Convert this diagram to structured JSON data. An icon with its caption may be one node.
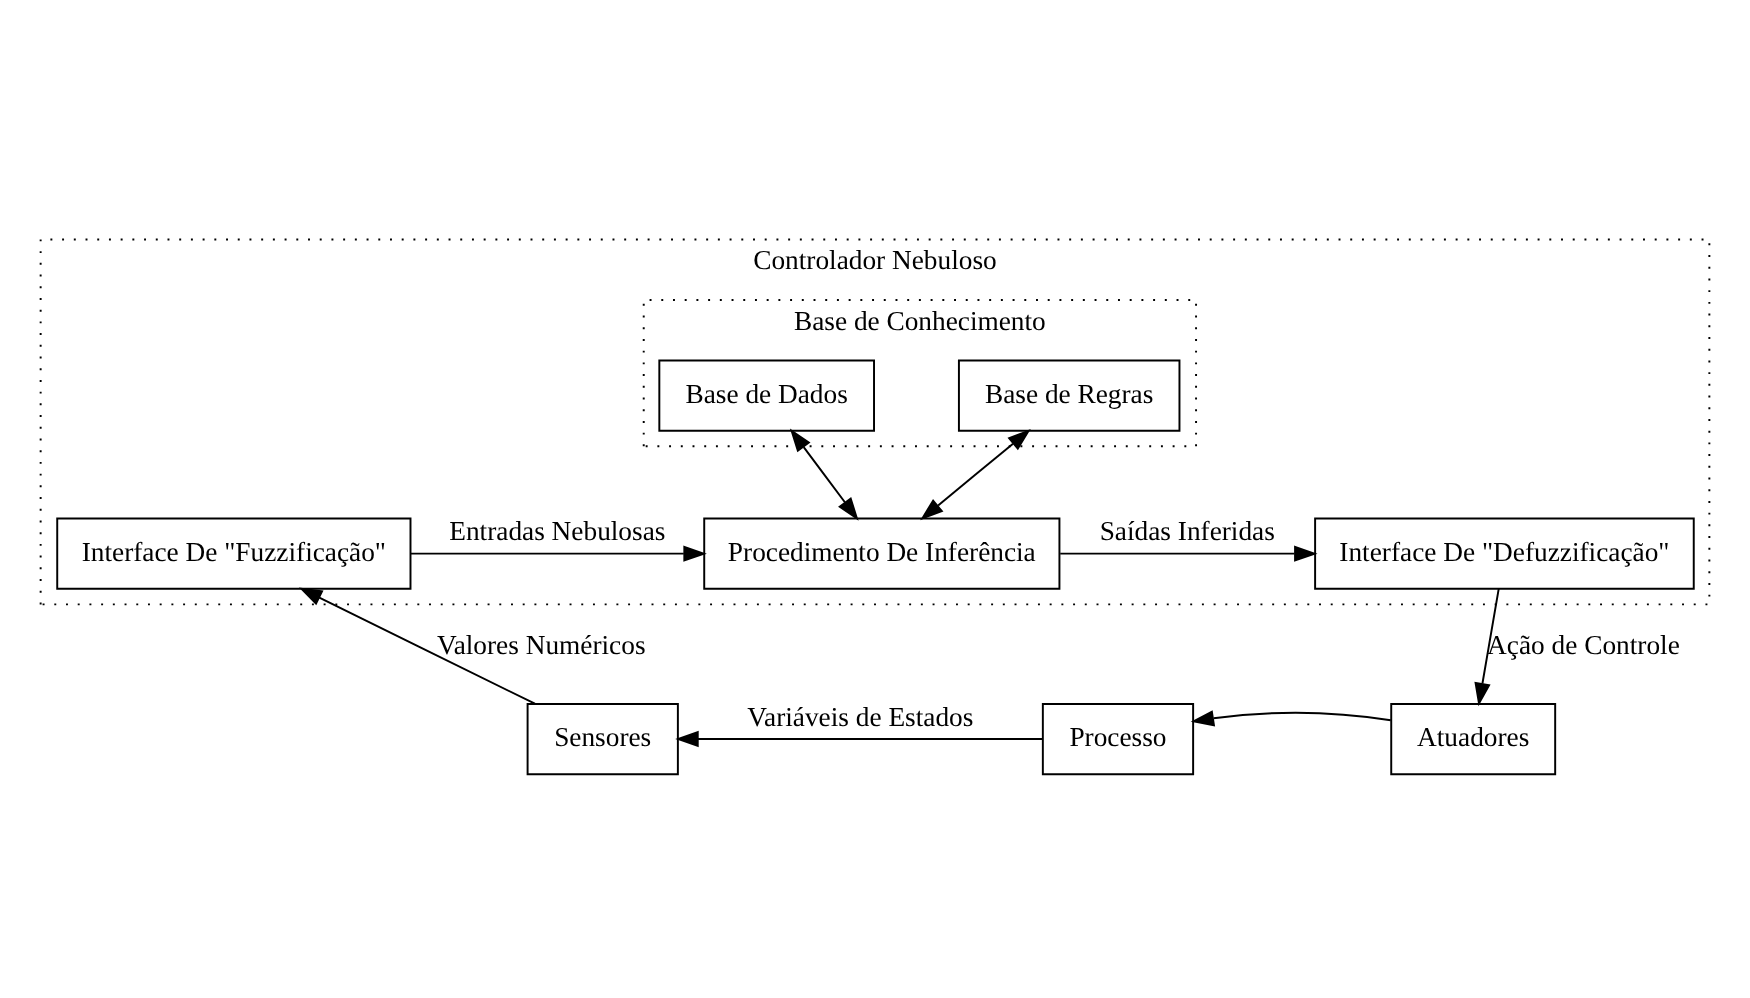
{
  "diagram": {
    "nodes": [
      {
        "text": [
          "Controlador Nebuloso"
        ]
      },
      {
        "text": [
          "Base de Conhecimento"
        ],
        "in": 0
      },
      {
        "text": [
          "Base de Dados"
        ],
        "in": 1
      },
      {
        "text": [
          "Base de Regras"
        ],
        "in": 1
      },
      {
        "text": [
          "Interface De \"Fuzzificação\""
        ],
        "in": 0
      },
      {
        "text": [
          "Procedimento De Inferência"
        ],
        "in": 0
      },
      {
        "text": [
          "Interface De \"Defuzzificação\""
        ],
        "in": 0
      },
      {
        "text": [
          "Sensores"
        ]
      },
      {
        "text": [
          "Processo"
        ]
      },
      {
        "text": [
          "Atuadores"
        ]
      }
    ],
    "edges": [
      {
        "from": 2,
        "to": 5,
        "arrow": "both"
      },
      {
        "from": 3,
        "to": 5,
        "arrow": "both"
      },
      {
        "from": 4,
        "to": 5,
        "arrow": "to",
        "label": "Entradas Nebulosas"
      },
      {
        "from": 5,
        "to": 6,
        "arrow": "to",
        "label": "Saídas Inferidas"
      },
      {
        "from": 6,
        "to": 9,
        "arrow": "to",
        "label": "Ação de Controle"
      },
      {
        "from": 9,
        "to": 8,
        "arrow": "to"
      },
      {
        "from": 8,
        "to": 7,
        "arrow": "to",
        "label": "Variáveis de Estados"
      },
      {
        "from": 7,
        "to": 4,
        "arrow": "to",
        "label": "Valores Numéricos"
      }
    ]
  }
}
